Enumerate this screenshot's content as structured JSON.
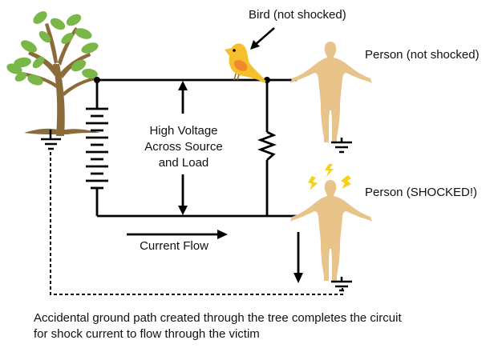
{
  "labels": {
    "bird": "Bird (not shocked)",
    "person_safe": "Person (not shocked)",
    "person_shocked": "Person (SHOCKED!)",
    "voltage_line1": "High Voltage",
    "voltage_line2": "Across Source",
    "voltage_line3": "and Load",
    "current_flow": "Current Flow"
  },
  "caption": {
    "line1": "Accidental ground path created through the tree completes the circuit",
    "line2": "for shock current to flow through the victim"
  },
  "colors": {
    "wire": "#000000",
    "leaf": "#7ab648",
    "trunk": "#8b6b3a",
    "bird": "#f5c02c",
    "bird_wing": "#f08a2a",
    "skin": "#e8c38a",
    "bolt": "#f7d117"
  },
  "icons": [
    "tree-icon",
    "bird-icon",
    "person-icon",
    "lightning-bolt-icon",
    "ground-symbol-icon",
    "battery-icon",
    "resistor-icon"
  ]
}
